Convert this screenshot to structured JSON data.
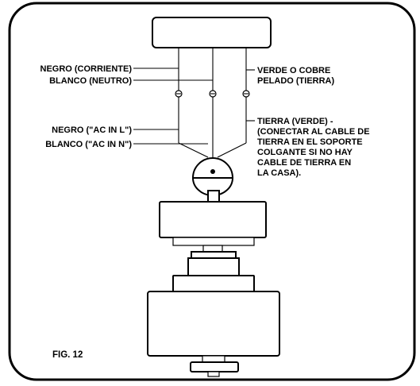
{
  "figure_label": "FIG. 12",
  "labels": {
    "black_supply": "NEGRO (CORRIENTE)",
    "white_neutral": "BLANCO (NEUTRO)",
    "black_ac_l": "NEGRO (\"AC IN L\")",
    "white_ac_n": "BLANCO (\"AC IN N\")",
    "green_ground": [
      "VERDE O COBRE",
      "PELADO (TIERRA)"
    ],
    "ground_note": [
      "TIERRA (VERDE) -",
      "(CONECTAR AL CABLE DE",
      "TIERRA EN EL SOPORTE",
      "COLGANTE SI NO HAY",
      "CABLE DE TIERRA EN",
      "LA CASA)."
    ]
  }
}
